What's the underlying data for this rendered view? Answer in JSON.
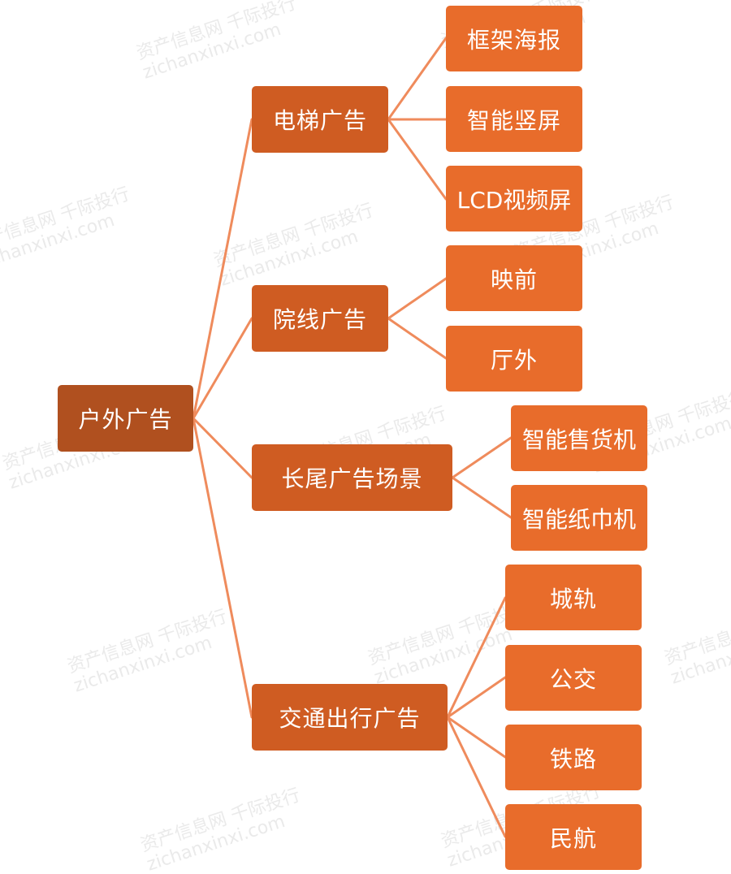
{
  "root": {
    "label": "户外广告"
  },
  "categories": [
    {
      "label": "电梯广告",
      "children": [
        "框架海报",
        "智能竖屏",
        "LCD视频屏"
      ]
    },
    {
      "label": "院线广告",
      "children": [
        "映前",
        "厅外"
      ]
    },
    {
      "label": "长尾广告场景",
      "children": [
        "智能售货机",
        "智能纸巾机"
      ]
    },
    {
      "label": "交通出行广告",
      "children": [
        "城轨",
        "公交",
        "铁路",
        "民航"
      ]
    }
  ],
  "watermark": {
    "line1": "资产信息网 千际投行",
    "line2": "zichanxinxi.com"
  },
  "colors": {
    "root": "#b0501f",
    "category": "#cf5c22",
    "leaf": "#e86c2b",
    "connector": "#ef8b5c"
  }
}
